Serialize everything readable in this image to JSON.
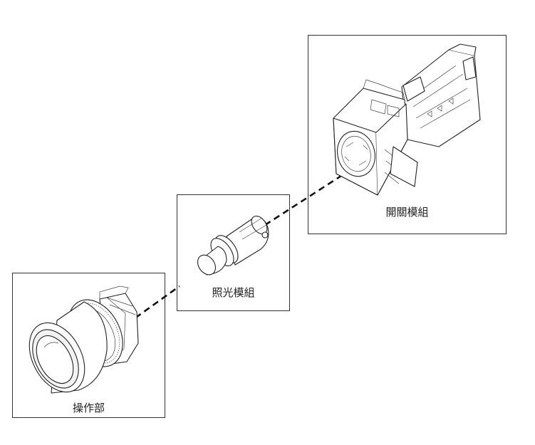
{
  "labels": {
    "operation_part": "操作部",
    "lighting_module": "照光模組",
    "switch_module": "開關模組"
  }
}
